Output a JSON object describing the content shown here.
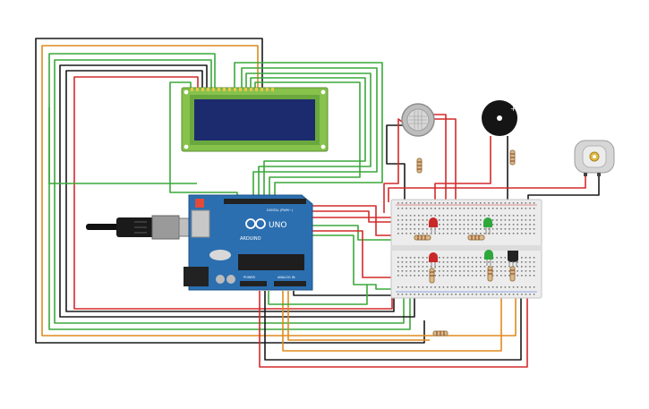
{
  "arduino": {
    "brand": "UNO",
    "maker": "ARDUINO",
    "digital_label": "DIGITAL (PWM~)",
    "analog_label": "ANALOG IN",
    "power_label": "POWER"
  },
  "components": {
    "lcd": "16x2 LCD display",
    "gas_sensor": "gas sensor",
    "buzzer": "piezo buzzer",
    "motor": "DC motor",
    "breadboard": "breadboard",
    "transistor": "NPN transistor"
  },
  "colors": {
    "wire_black": "#1a1a1a",
    "wire_red": "#d42a2a",
    "wire_green": "#3aa83a",
    "wire_orange": "#e08a1e",
    "arduino_blue": "#2b6fb0",
    "lcd_green": "#86c24c",
    "lcd_screen": "#1c2a6e"
  }
}
